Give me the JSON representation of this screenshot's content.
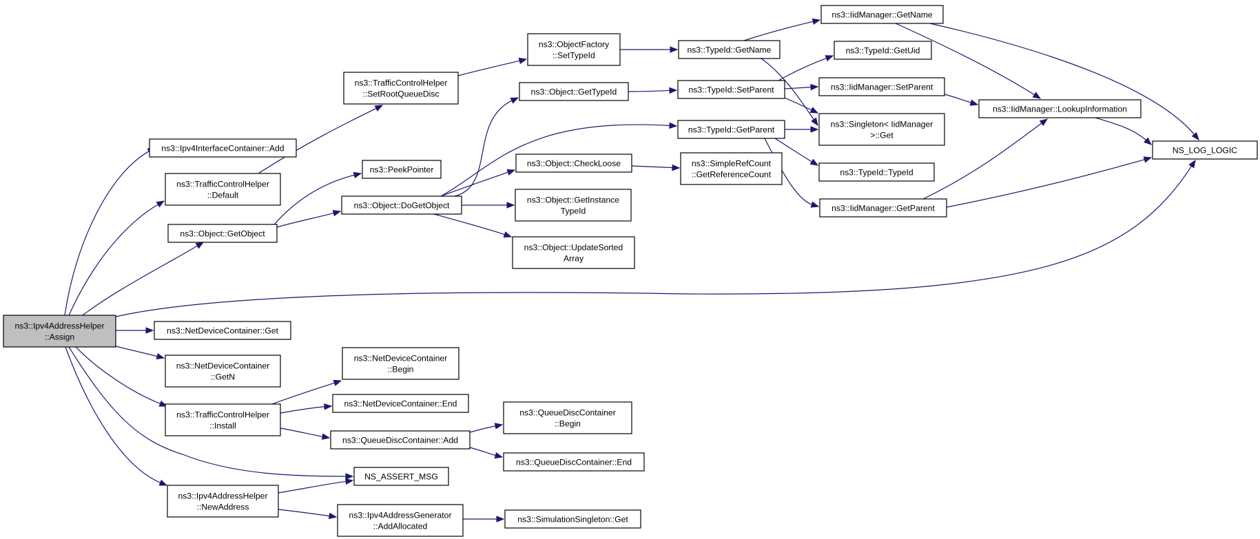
{
  "graph": {
    "edge_color": "#191970",
    "root_fill": "#bfbfbf",
    "nodes": [
      {
        "id": "assign",
        "lines": [
          "ns3::Ipv4AddressHelper",
          "::Assign"
        ],
        "root": true
      },
      {
        "id": "ifc_add",
        "lines": [
          "ns3::Ipv4InterfaceContainer::Add"
        ]
      },
      {
        "id": "tch_default",
        "lines": [
          "ns3::TrafficControlHelper",
          "::Default"
        ]
      },
      {
        "id": "getobject",
        "lines": [
          "ns3::Object::GetObject"
        ]
      },
      {
        "id": "ndc_get",
        "lines": [
          "ns3::NetDeviceContainer::Get"
        ]
      },
      {
        "id": "ndc_getn",
        "lines": [
          "ns3::NetDeviceContainer",
          "::GetN"
        ]
      },
      {
        "id": "tch_install",
        "lines": [
          "ns3::TrafficControlHelper",
          "::Install"
        ]
      },
      {
        "id": "assert",
        "lines": [
          "NS_ASSERT_MSG"
        ]
      },
      {
        "id": "newaddr",
        "lines": [
          "ns3::Ipv4AddressHelper",
          "::NewAddress"
        ]
      },
      {
        "id": "setroot",
        "lines": [
          "ns3::TrafficControlHelper",
          "::SetRootQueueDisc"
        ]
      },
      {
        "id": "peek",
        "lines": [
          "ns3::PeekPointer"
        ]
      },
      {
        "id": "dogetobject",
        "lines": [
          "ns3::Object::DoGetObject"
        ]
      },
      {
        "id": "ndc_begin",
        "lines": [
          "ns3::NetDeviceContainer",
          "::Begin"
        ]
      },
      {
        "id": "ndc_end",
        "lines": [
          "ns3::NetDeviceContainer::End"
        ]
      },
      {
        "id": "qdc_add",
        "lines": [
          "ns3::QueueDiscContainer::Add"
        ]
      },
      {
        "id": "addralloc",
        "lines": [
          "ns3::Ipv4AddressGenerator",
          "::AddAllocated"
        ]
      },
      {
        "id": "of_settypeid",
        "lines": [
          "ns3::ObjectFactory",
          "::SetTypeId"
        ]
      },
      {
        "id": "obj_gettypeid",
        "lines": [
          "ns3::Object::GetTypeId"
        ]
      },
      {
        "id": "obj_checkloose",
        "lines": [
          "ns3::Object::CheckLoose"
        ]
      },
      {
        "id": "obj_getinst",
        "lines": [
          "ns3::Object::GetInstance",
          "TypeId"
        ]
      },
      {
        "id": "obj_updsorted",
        "lines": [
          "ns3::Object::UpdateSorted",
          "Array"
        ]
      },
      {
        "id": "qdc_begin",
        "lines": [
          "ns3::QueueDiscContainer",
          "::Begin"
        ]
      },
      {
        "id": "qdc_end",
        "lines": [
          "ns3::QueueDiscContainer::End"
        ]
      },
      {
        "id": "simsingleton",
        "lines": [
          "ns3::SimulationSingleton::Get"
        ]
      },
      {
        "id": "tid_getname",
        "lines": [
          "ns3::TypeId::GetName"
        ]
      },
      {
        "id": "tid_setparent",
        "lines": [
          "ns3::TypeId::SetParent"
        ]
      },
      {
        "id": "tid_getparent",
        "lines": [
          "ns3::TypeId::GetParent"
        ]
      },
      {
        "id": "srcount",
        "lines": [
          "ns3::SimpleRefCount",
          "::GetReferenceCount"
        ]
      },
      {
        "id": "iid_getname",
        "lines": [
          "ns3::IidManager::GetName"
        ]
      },
      {
        "id": "tid_getuid",
        "lines": [
          "ns3::TypeId::GetUid"
        ]
      },
      {
        "id": "iid_setparent",
        "lines": [
          "ns3::IidManager::SetParent"
        ]
      },
      {
        "id": "singleton",
        "lines": [
          "ns3::Singleton< IidManager",
          ">::Get"
        ]
      },
      {
        "id": "tid_typeid",
        "lines": [
          "ns3::TypeId::TypeId"
        ]
      },
      {
        "id": "iid_getparent",
        "lines": [
          "ns3::IidManager::GetParent"
        ]
      },
      {
        "id": "iid_lookup",
        "lines": [
          "ns3::IidManager::LookupInformation"
        ]
      },
      {
        "id": "log_logic",
        "lines": [
          "NS_LOG_LOGIC"
        ]
      }
    ]
  }
}
